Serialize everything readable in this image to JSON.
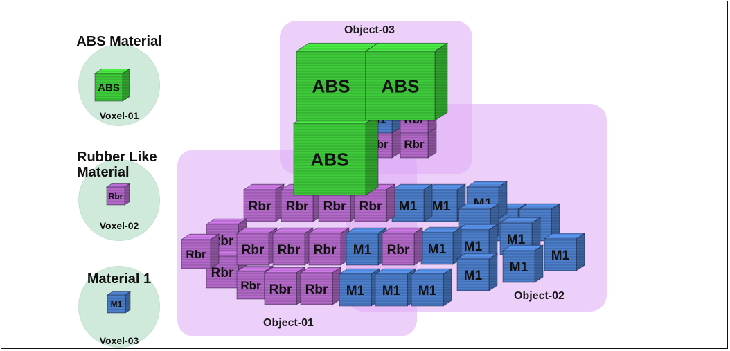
{
  "legend": [
    {
      "title": "ABS Material",
      "cube_label": "ABS",
      "caption": "Voxel-01",
      "material": "abs"
    },
    {
      "title": "Rubber Like\nMaterial",
      "cube_label": "Rbr",
      "caption": "Voxel-02",
      "material": "rbr"
    },
    {
      "title": "Material 1",
      "cube_label": "M1",
      "caption": "Voxel-03",
      "material": "m1"
    }
  ],
  "objects": {
    "object_01": {
      "label": "Object-01"
    },
    "object_02": {
      "label": "Object-02"
    },
    "object_03": {
      "label": "Object-03"
    }
  },
  "materials": {
    "abs": {
      "label": "ABS",
      "color": "#3ec93a"
    },
    "rbr": {
      "label": "Rbr",
      "color": "#b168c7"
    },
    "m1": {
      "label": "M1",
      "color": "#4b7dc9"
    }
  },
  "colors": {
    "legend_circle": "#cfe9da",
    "object_region": "#e2b6f6",
    "frame_border": "#111111"
  }
}
